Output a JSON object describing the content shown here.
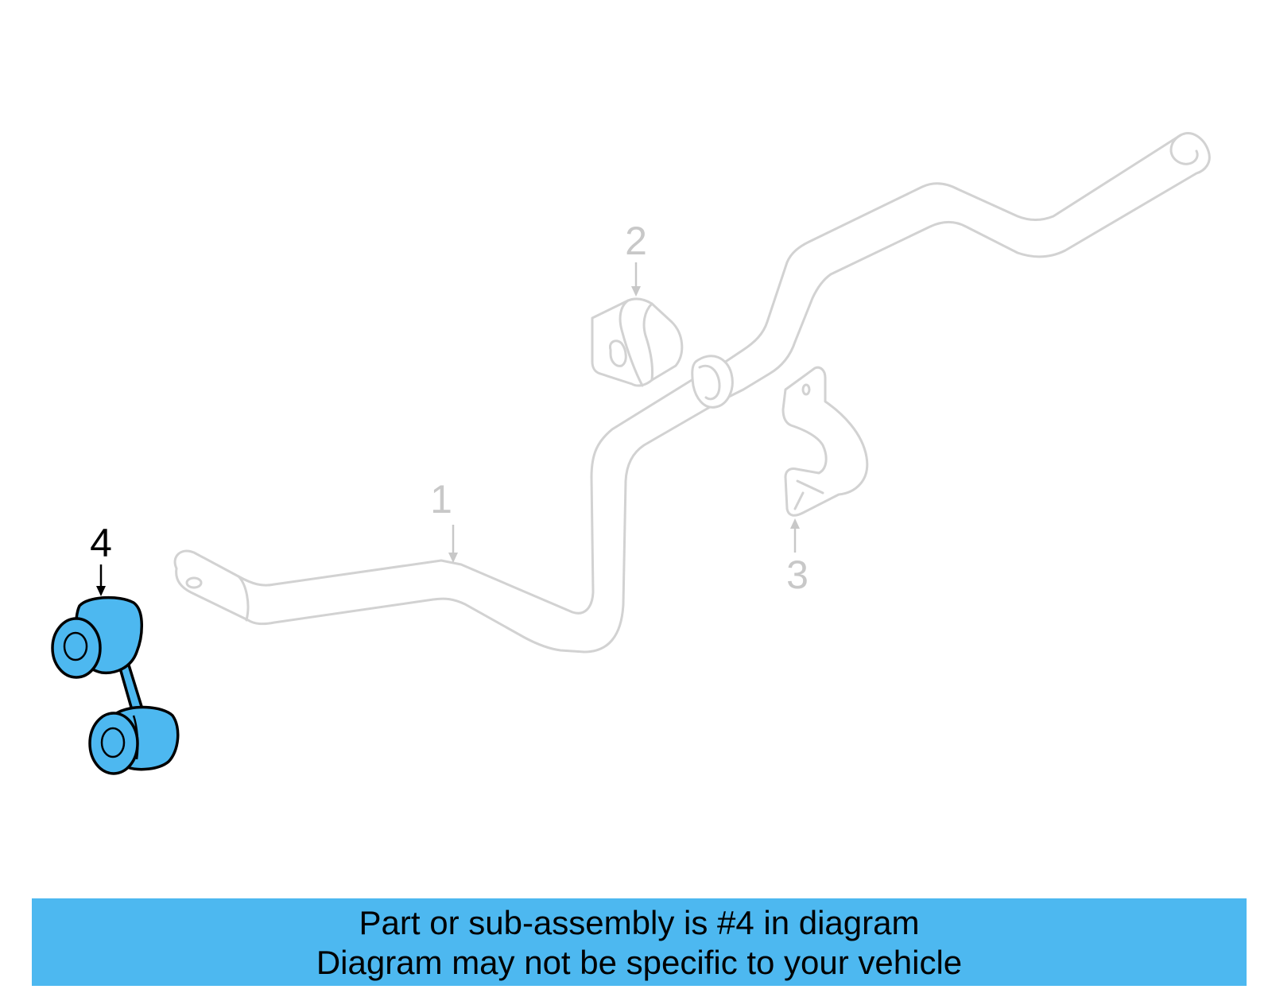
{
  "diagram": {
    "callouts": [
      {
        "id": "1",
        "label": "1",
        "highlighted": false
      },
      {
        "id": "2",
        "label": "2",
        "highlighted": false
      },
      {
        "id": "3",
        "label": "3",
        "highlighted": false
      },
      {
        "id": "4",
        "label": "4",
        "highlighted": true
      }
    ],
    "colors": {
      "highlight": "#4db8f0",
      "ghost_line": "#d2d2d2",
      "callout_gray": "#c8c8c8",
      "outline_dark": "#000000"
    }
  },
  "banner": {
    "line1": "Part or sub-assembly is #4 in diagram",
    "line2": "Diagram may not be specific to your vehicle",
    "background": "#4db8f0"
  }
}
